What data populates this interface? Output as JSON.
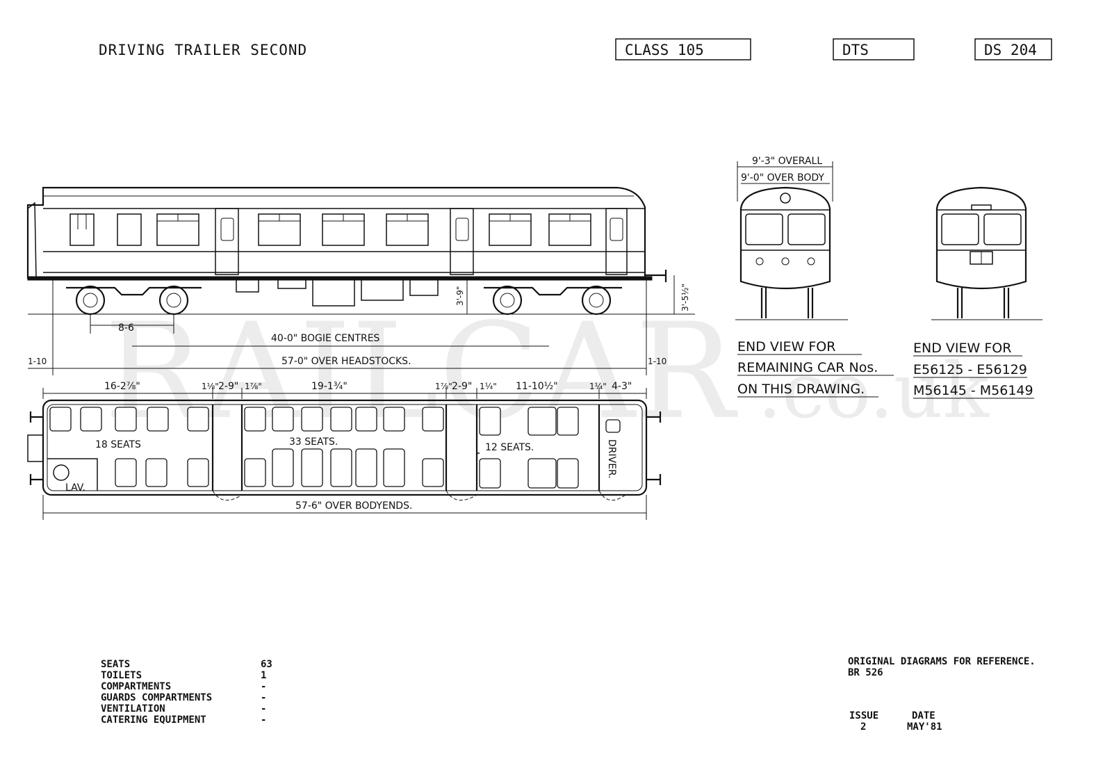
{
  "header": {
    "title": "DRIVING TRAILER SECOND",
    "class_box": "CLASS 105",
    "type_box": "DTS",
    "diagram_box": "DS 204"
  },
  "watermark": {
    "main": "RAILCAR",
    "suffix": ".co.uk"
  },
  "side_view": {
    "dims": {
      "bogie_wheel": "8-6",
      "body_height": "3'-9\"",
      "buffer_height": "3'-5½\"",
      "bogie_centres": "40-0\" BOGIE CENTRES",
      "headstocks": "57-0\" OVER HEADSTOCKS.",
      "overhang_left": "1-10",
      "overhang_right": "1-10"
    }
  },
  "end_view_1": {
    "overall": "9'-3\" OVERALL",
    "over_body": "9'-0\" OVER BODY",
    "caption": [
      "END VIEW FOR",
      "REMAINING CAR Nos.",
      "ON THIS DRAWING."
    ]
  },
  "end_view_2": {
    "caption": [
      "END VIEW FOR",
      "E56125 - E56129",
      "M56145 - M56149"
    ]
  },
  "plan_view": {
    "top_dims": [
      "16-2⅞\"",
      "1⅛\"",
      "2-9\"",
      "1⅞\"",
      "19-1¾\"",
      "1⅞\"",
      "2-9\"",
      "1¼\"",
      "11-10½\"",
      "1¼\"",
      "4-3\""
    ],
    "seats_a": "18 SEATS",
    "seats_b": "33 SEATS.",
    "seats_c": "12 SEATS.",
    "lav": "LAV.",
    "driver": "DRIVER.",
    "bodyends": "57-6\" OVER BODYENDS."
  },
  "specs": [
    {
      "label": "SEATS",
      "value": "63"
    },
    {
      "label": "TOILETS",
      "value": "1"
    },
    {
      "label": "COMPARTMENTS",
      "value": "-"
    },
    {
      "label": "GUARDS COMPARTMENTS",
      "value": "-"
    },
    {
      "label": "VENTILATION",
      "value": "-"
    },
    {
      "label": "CATERING EQUIPMENT",
      "value": "-"
    }
  ],
  "footer": {
    "reference_line1": "ORIGINAL DIAGRAMS FOR REFERENCE.",
    "reference_line2": "BR 526",
    "issue_label": "ISSUE",
    "issue_value": "2",
    "date_label": "DATE",
    "date_value": "MAY'81"
  }
}
